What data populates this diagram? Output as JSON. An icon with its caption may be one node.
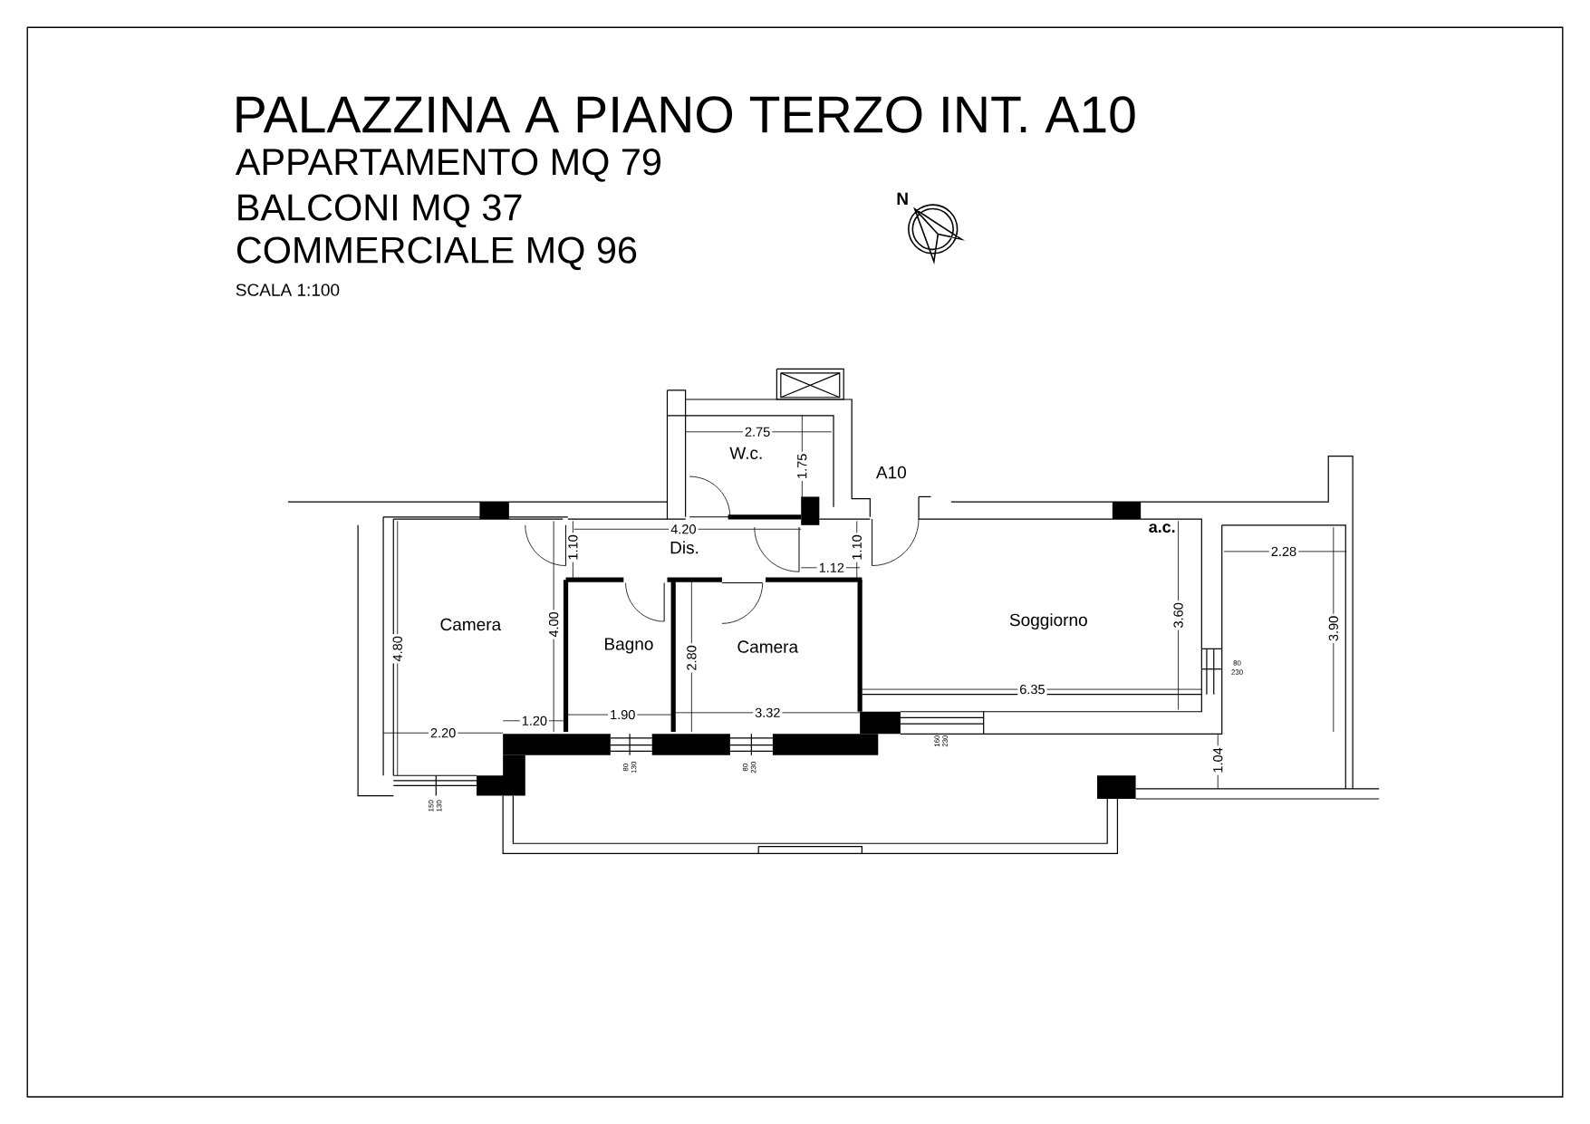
{
  "diagram": {
    "title": "PALAZZINA A PIANO TERZO INT. A10",
    "labels": [
      "APPARTAMENTO MQ 79",
      "BALCONI MQ 37",
      "COMMERCIALE MQ 96",
      "SCALA 1:100",
      "N",
      "2.75",
      "W.c.",
      "1.75",
      "A10",
      "4.20",
      "1.10",
      "Dis.",
      "1.10",
      "a.c.",
      "1.12",
      "2.28",
      "Camera",
      "4.00",
      "4.80",
      "Bagno",
      "2.80",
      "Camera",
      "Soggiorno",
      "3.60",
      "3.90",
      "80",
      "230",
      "6.35",
      "1.20",
      "1.90",
      "3.32",
      "2.20",
      "160",
      "230",
      "1.04",
      "80",
      "130",
      "80",
      "230",
      "150",
      "130"
    ]
  }
}
